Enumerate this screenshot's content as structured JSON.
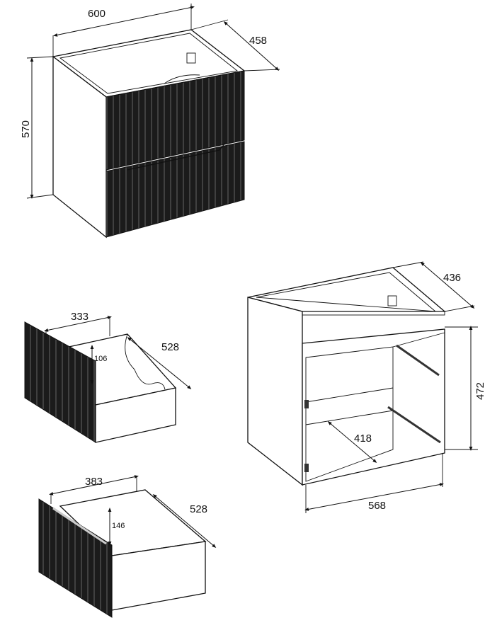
{
  "title": "Bathroom vanity cabinet dimension drawing",
  "cabinet": {
    "width": "600",
    "depth": "458",
    "height": "570"
  },
  "top_drawer": {
    "width": "333",
    "height": "106",
    "depth": "528"
  },
  "bottom_drawer": {
    "width": "383",
    "height": "146",
    "depth": "528"
  },
  "carcass": {
    "depth": "436",
    "inner_height": "472",
    "drawer_depth": "418",
    "inner_width": "568"
  }
}
